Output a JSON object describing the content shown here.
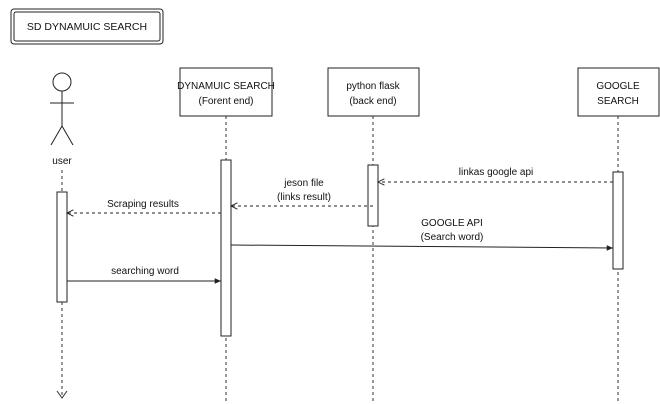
{
  "frame": {
    "title": "SD DYNAMUIC SEARCH"
  },
  "actor": {
    "label": "user"
  },
  "participants": {
    "frontend": {
      "line1": "DYNAMUIC SEARCH",
      "line2": "(Forent end)"
    },
    "backend": {
      "line1": "python flask",
      "line2": "(back end)"
    },
    "google": {
      "line1": "GOOGLE",
      "line2": "SEARCH"
    }
  },
  "messages": {
    "searching": {
      "label": "searching word"
    },
    "google_api": {
      "line1": "GOOGLE API",
      "line2": "(Search word)"
    },
    "linkas": {
      "label": "linkas google api"
    },
    "jeson": {
      "line1": "jeson file",
      "line2": "(links result)"
    },
    "scraping": {
      "label": "Scraping results"
    }
  },
  "colors": {
    "stroke": "#222222",
    "background": "#ffffff"
  }
}
